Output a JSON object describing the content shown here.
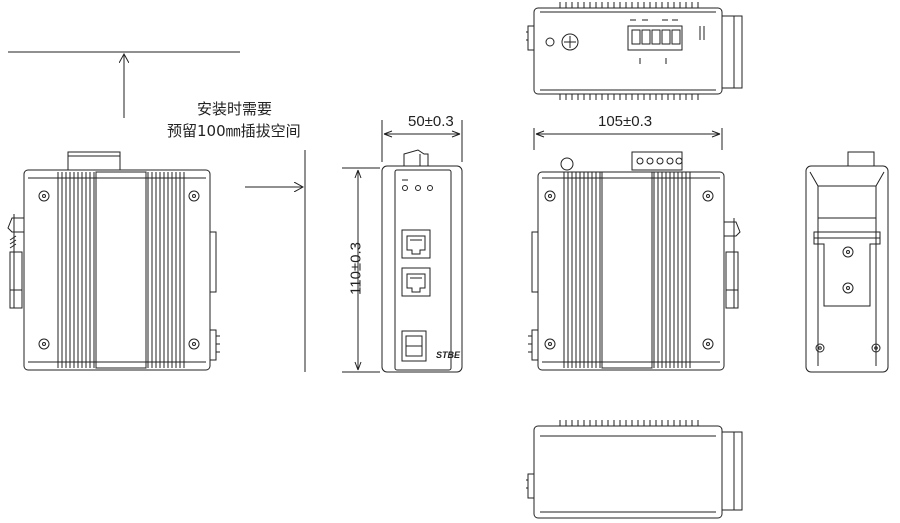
{
  "install_note": {
    "line1": "安装时需要",
    "line2": "预留100㎜插拔空间"
  },
  "dimensions": {
    "width": "50±0.3",
    "height": "110±0.3",
    "depth": "105±0.3"
  },
  "front_panel": {
    "logo": "STBE"
  },
  "colors": {
    "line": "#222222",
    "fill": "#ffffff",
    "text": "#222222"
  }
}
